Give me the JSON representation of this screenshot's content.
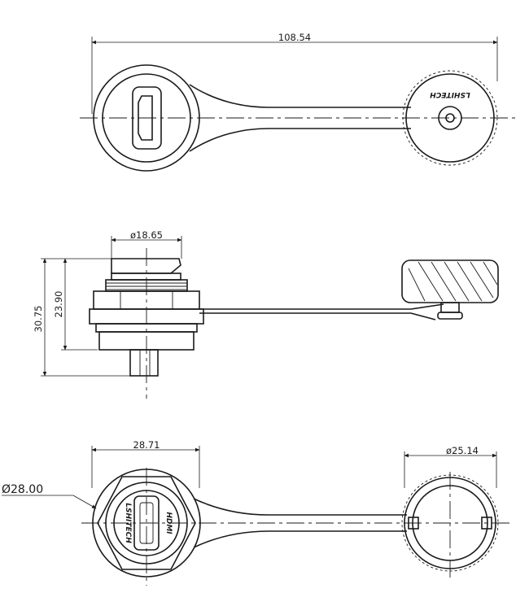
{
  "dimensions": {
    "overall_length": "108.54",
    "cap_diameter": "ø18.65",
    "height_total": "30.75",
    "height_body": "23.90",
    "flange_width": "28.71",
    "hole_diameter": "Ø28.00",
    "cap_diameter_bottom": "ø25.14"
  },
  "labels": {
    "brand_top": "LSHITECH",
    "brand_bottom": "LSHITECH",
    "hdmi": "HDMI"
  }
}
